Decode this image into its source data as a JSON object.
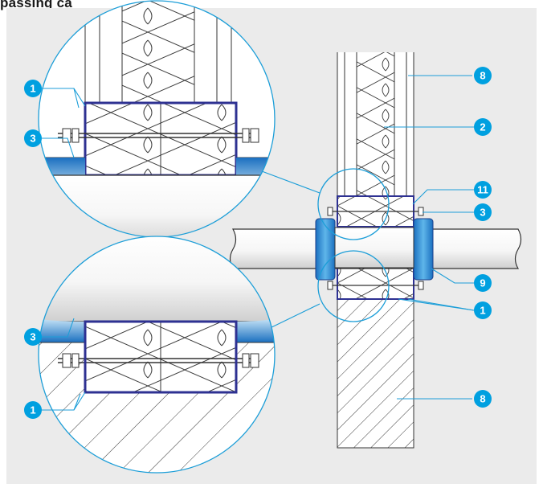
{
  "header": {
    "title": "passing ca"
  },
  "colors": {
    "background": "#ebebeb",
    "outline": "#1c9ed8",
    "frame": "#2e3192",
    "sealing_ring": "#2a9ad6",
    "badge": "#00a0e0",
    "hatch": "#333333"
  },
  "callouts": [
    {
      "id": "c8-top",
      "label": "8",
      "icon": "number-badge"
    },
    {
      "id": "c2",
      "label": "2",
      "icon": "number-badge"
    },
    {
      "id": "c11",
      "label": "11",
      "icon": "number-badge"
    },
    {
      "id": "c3-right",
      "label": "3",
      "icon": "number-badge"
    },
    {
      "id": "c9",
      "label": "9",
      "icon": "number-badge"
    },
    {
      "id": "c1-right",
      "label": "1",
      "icon": "number-badge"
    },
    {
      "id": "c8-bottom",
      "label": "8",
      "icon": "number-badge"
    },
    {
      "id": "c1-topleft",
      "label": "1",
      "icon": "number-badge"
    },
    {
      "id": "c3-topleft",
      "label": "3",
      "icon": "number-badge"
    },
    {
      "id": "c3-botleft",
      "label": "3",
      "icon": "number-badge"
    },
    {
      "id": "c1-botleft",
      "label": "1",
      "icon": "number-badge"
    }
  ]
}
